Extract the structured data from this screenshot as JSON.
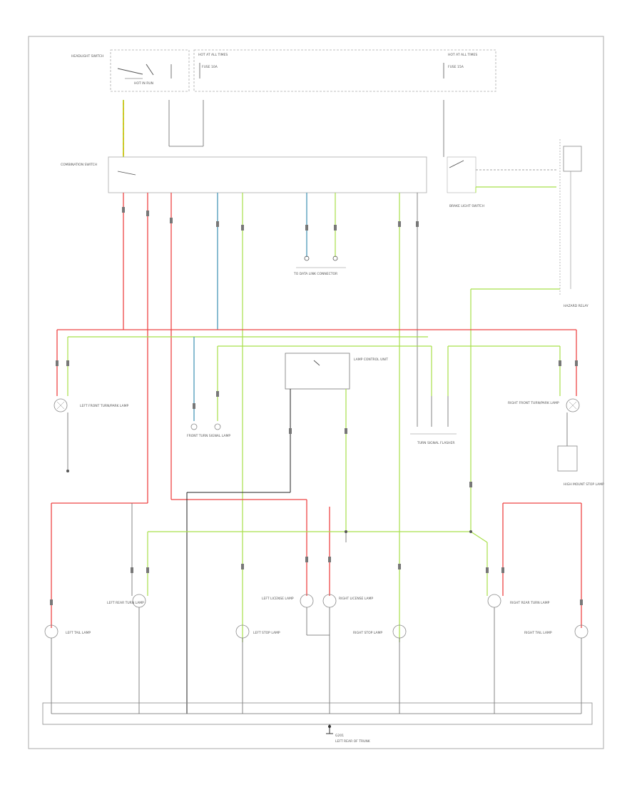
{
  "diagram": {
    "frame_code": "",
    "labels": {
      "hot_in_run": "HOT IN RUN",
      "hot_at_all_times_1": "HOT AT ALL TIMES",
      "hot_at_all_times_2": "HOT AT ALL TIMES",
      "headlight_switch": "HEADLIGHT SWITCH",
      "fuse_box_left": "FUSE 10A",
      "fuse_box_right": "FUSE 15A",
      "combination_switch": "COMBINATION SWITCH",
      "hazard_relay": "HAZARD RELAY",
      "brake_switch": "BRAKE LIGHT SWITCH",
      "to_diag": "TO DATA LINK CONNECTOR",
      "left_front_turn": "LEFT FRONT TURN/PARK LAMP",
      "right_front_turn": "RIGHT FRONT TURN/PARK LAMP",
      "front_turn_signal": "FRONT TURN SIGNAL LAMP",
      "turn_flasher": "TURN SIGNAL FLASHER",
      "lamp_control_unit": "LAMP CONTROL UNIT",
      "high_mount_stop": "HIGH MOUNT STOP LAMP",
      "left_rear_turn": "LEFT REAR TURN LAMP",
      "left_stop": "LEFT STOP LAMP",
      "left_license": "LEFT LICENSE LAMP",
      "right_license": "RIGHT LICENSE LAMP",
      "right_stop": "RIGHT STOP LAMP",
      "right_rear_turn": "RIGHT REAR TURN LAMP",
      "left_tail": "LEFT TAIL LAMP",
      "right_tail": "RIGHT TAIL LAMP",
      "ground": "G201",
      "ground_sub": "LEFT REAR OF TRUNK"
    },
    "colors": {
      "red": "#ee4444",
      "green": "#a8e04a",
      "blue": "#4a98b8",
      "yellow": "#d8c020",
      "black": "#222222",
      "gray": "#888888"
    }
  }
}
